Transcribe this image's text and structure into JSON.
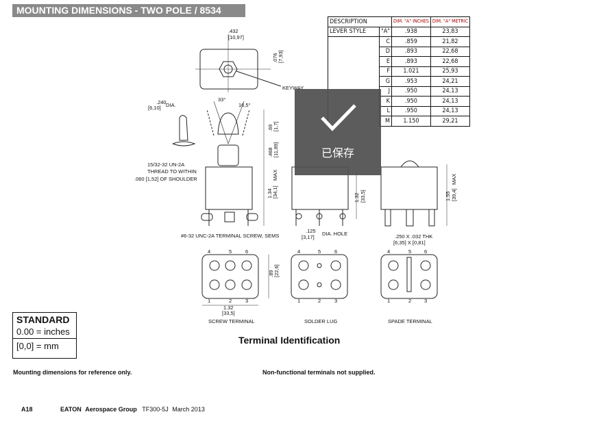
{
  "header": {
    "title": "MOUNTING DIMENSIONS - TWO POLE / 8534"
  },
  "table": {
    "headers": [
      "DESCRIPTION",
      "DIM. \"A\" INCHES",
      "DIM. \"A\" METRIC"
    ],
    "lever_style_label": "LEVER STYLE",
    "rows": [
      [
        "\"A\"",
        ".938",
        "23,83"
      ],
      [
        "C",
        ".859",
        "21,82"
      ],
      [
        "D",
        ".893",
        "22,68"
      ],
      [
        "E",
        ".893",
        "22,68"
      ],
      [
        "F",
        "1.021",
        "25,93"
      ],
      [
        "G",
        ".953",
        "24,21"
      ],
      [
        "J",
        ".950",
        "24,13"
      ],
      [
        "K",
        ".950",
        "24,13"
      ],
      [
        "L",
        ".950",
        "24,13"
      ],
      [
        "M",
        "1.150",
        "29,21"
      ]
    ]
  },
  "drawing": {
    "labels": {
      "d432": ".432",
      "d1097": "[10,97]",
      "d076": ".076",
      "d793": "[7,93]",
      "keyway": "KEYWAY",
      "d240": ".240",
      "d610": "[6,10]",
      "dia": "DIA.",
      "a33": "33°",
      "a165": "16,5°",
      "d69": ".69",
      "d17": "[1,7]",
      "d468": ".468",
      "d1189": "[11,89]",
      "thread1": "15/32-32 UN-2A",
      "thread2": "THREAD TO WITHIN",
      "thread3": ".060 [1,52] OF SHOULDER",
      "d134": "1.34",
      "d341": "[34,1]",
      "max": "MAX",
      "screw": "#6-32 UNC-2A TERMINAL SCREW, SEMS",
      "d125": ".125",
      "d317": "[3,17]",
      "diahole": "DIA. HOLE",
      "d132": "1.32",
      "d335": "[33,5]",
      "d155": "1.55",
      "d394": "[39,4]",
      "thk1": ".250 X .032 THK",
      "thk2": "[6,35] X [0,81]",
      "d89": ".89",
      "d226": "[22,6]",
      "w132": "1.32",
      "w335": "[33,5]",
      "screw_terminal": "SCREW TERMINAL",
      "solder_lug": "SOLDER LUG",
      "spade_terminal": "SPADE TERMINAL",
      "pins_top": [
        "4",
        "5",
        "6"
      ],
      "pins_bottom": [
        "1",
        "2",
        "3"
      ]
    }
  },
  "overlay": {
    "text": "已保存",
    "icon": "checkmark-icon"
  },
  "standard": {
    "title": "STANDARD",
    "inches": "0.00 = inches",
    "mm": "[0,0] = mm"
  },
  "terminal_identification": "Terminal Identification",
  "notes": {
    "left": "Mounting dimensions for reference only.",
    "right": "Non-functional terminals not supplied."
  },
  "footer": {
    "page": "A18",
    "brand": "EATON",
    "group": "Aerospace Group",
    "doc": "TF300-5J",
    "date": "March 2013"
  }
}
